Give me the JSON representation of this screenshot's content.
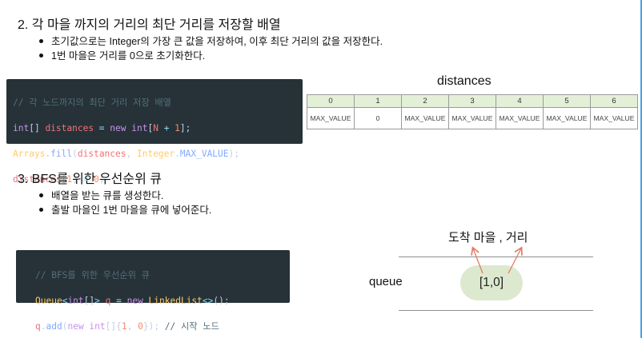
{
  "section2": {
    "heading": "2. 각 마을 까지의 거리의 최단 거리를 저장할 배열",
    "bullets": [
      "초기값으로는 Integer의 가장 큰 값을 저장하여, 이후 최단 거리의 값을 저장한다.",
      "1번 마을은 거리를 0으로 초기화한다."
    ],
    "code": {
      "comment": "// 각 노드까지의 최단 거리 저장 배열",
      "line2": {
        "type": "int",
        "brackets": "[] ",
        "var": "distances",
        "eq": " = ",
        "kw": "new ",
        "type2": "int",
        "open": "[",
        "n": "N",
        "plus": " + ",
        "one": "1",
        "close": "];"
      },
      "line3": {
        "cls": "Arrays",
        "dot": ".",
        "fn": "fill",
        "open": "(",
        "var": "distances",
        "comma": ", ",
        "cls2": "Integer",
        "dot2": ".",
        "const": "MAX_VALUE",
        "close": ");"
      },
      "line4": {
        "var": "distances",
        "open": "[",
        "idx": "1",
        "close": "]",
        "eq": " = ",
        "val": "0",
        "semi": ";"
      }
    }
  },
  "distances_table": {
    "title": "distances",
    "headers": [
      "0",
      "1",
      "2",
      "3",
      "4",
      "5",
      "6"
    ],
    "values": [
      "MAX_VALUE",
      "0",
      "MAX_VALUE",
      "MAX_VALUE",
      "MAX_VALUE",
      "MAX_VALUE",
      "MAX_VALUE"
    ]
  },
  "section3": {
    "heading": "3. BFS를 위한 우선순위 큐",
    "bullets": [
      "배열을 받는 큐를 생성한다.",
      "출발 마을인 1번 마을을 큐에 넣어준다."
    ],
    "code": {
      "comment": "// BFS를 위한 우선순위 큐",
      "line2": {
        "cls": "Queue",
        "lt": "<",
        "type": "int",
        "arr": "[]",
        "gt": ">",
        "var": " q",
        "eq": " = ",
        "kw": "new ",
        "cls2": "LinkedList",
        "diamond": "<>",
        "close": "();"
      },
      "line3": {
        "q": "q",
        "dot": ".",
        "fn": "add",
        "open": "(",
        "kw": "new ",
        "type": "int",
        "arr": "[]",
        "brace": "{",
        "a": "1",
        "comma": ", ",
        "b": "0",
        "end": "}); ",
        "comment": "// 시작 노드"
      }
    }
  },
  "queue_diagram": {
    "label": "queue",
    "node": "[1,0]",
    "annotation": "도착 마을 , 거리"
  },
  "colors": {
    "code_bg": "#263238",
    "table_header_bg": "#e3f0d7",
    "node_bg": "#dde9cf",
    "arrow": "#e07b63",
    "right_edge": "#4aa3e0"
  }
}
